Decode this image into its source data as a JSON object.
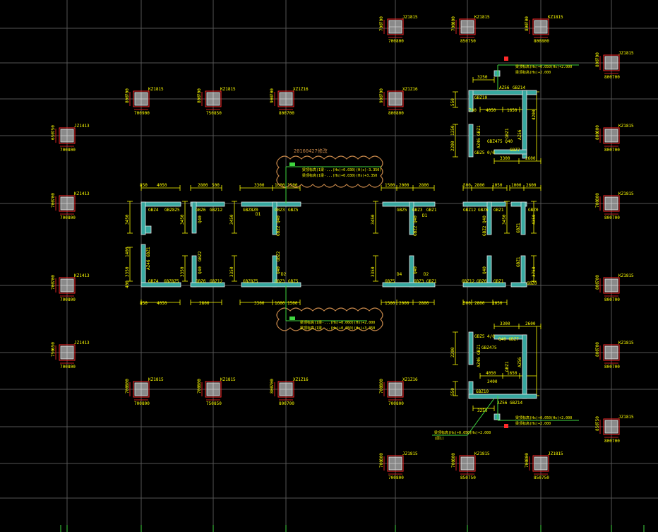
{
  "colors": {
    "background": "#000000",
    "grid": "#5a5a5a",
    "column_fill": "#8a8a8a",
    "column_edge": "#d8d8d8",
    "rebar": "#ff2a2a",
    "label": "#ffff00",
    "leader": "#00ff00",
    "wall_fill": "#37a8a0",
    "wall_edge": "#e6e6e6",
    "cloud": "#c8884a"
  },
  "cloud_tag": "20160427修改",
  "columns": [
    {
      "mark": "JZ1815",
      "dim1": "700",
      "dim2": "700",
      "dim3": "700",
      "dim4": "800"
    },
    {
      "mark": "KZ1815",
      "dim1": "700",
      "dim2": "800",
      "dim3": "850",
      "dim4": "750"
    },
    {
      "mark": "KZ1815",
      "dim1": "800",
      "dim2": "700",
      "dim3": "800",
      "dim4": "800"
    },
    {
      "mark": "JZ1815",
      "dim1": "800",
      "dim2": "700",
      "dim3": "800",
      "dim4": "700"
    },
    {
      "mark": "KZ1815",
      "dim1": "800",
      "dim2": "700",
      "dim3": "700",
      "dim4": "900"
    },
    {
      "mark": "KZ1815",
      "dim1": "800",
      "dim2": "700",
      "dim3": "750",
      "dim4": "850"
    },
    {
      "mark": "XZ1Z16",
      "dim1": "900",
      "dim2": "700",
      "dim3": "800",
      "dim4": "700"
    },
    {
      "mark": "XZ1Z16",
      "dim1": "900",
      "dim2": "700",
      "dim3": "800",
      "dim4": "800"
    },
    {
      "mark": "JZ1413",
      "dim1": "650",
      "dim2": "750",
      "dim3": "700",
      "dim4": "800"
    },
    {
      "mark": "KZ1815",
      "dim1": "800",
      "dim2": "800",
      "dim3": "800",
      "dim4": "700"
    },
    {
      "mark": "KZ1413",
      "dim1": "700",
      "dim2": "700",
      "dim3": "700",
      "dim4": "800"
    },
    {
      "mark": "KZ1815",
      "dim1": "700",
      "dim2": "800",
      "dim3": "800",
      "dim4": "700"
    },
    {
      "mark": "KZ1413",
      "dim1": "700",
      "dim2": "700",
      "dim3": "700",
      "dim4": "800"
    },
    {
      "mark": "KZ1815",
      "dim1": "800",
      "dim2": "700",
      "dim3": "800",
      "dim4": "700"
    },
    {
      "mark": "JZ1413",
      "dim1": "750",
      "dim2": "650",
      "dim3": "700",
      "dim4": "800"
    },
    {
      "mark": "KZ1815",
      "dim1": "800",
      "dim2": "700",
      "dim3": "800",
      "dim4": "700"
    },
    {
      "mark": "KZ1815",
      "dim1": "700",
      "dim2": "800",
      "dim3": "700",
      "dim4": "800"
    },
    {
      "mark": "KZ1815",
      "dim1": "700",
      "dim2": "800",
      "dim3": "750",
      "dim4": "850"
    },
    {
      "mark": "XZ1Z16",
      "dim1": "800",
      "dim2": "700",
      "dim3": "800",
      "dim4": "700"
    },
    {
      "mark": "XZ1Z16",
      "dim1": "700",
      "dim2": "800",
      "dim3": "700",
      "dim4": "800"
    },
    {
      "mark": "JZ1815",
      "dim1": "850",
      "dim2": "750",
      "dim3": "800",
      "dim4": "700"
    },
    {
      "mark": "JZ1815",
      "dim1": "700",
      "dim2": "800",
      "dim3": "700",
      "dim4": "800"
    },
    {
      "mark": "KZ1815",
      "dim1": "700",
      "dim2": "800",
      "dim3": "850",
      "dim4": "750"
    },
    {
      "mark": "JZ1815",
      "dim1": "700",
      "dim2": "800",
      "dim3": "850",
      "dim4": "750"
    }
  ],
  "wall_groups": {
    "g1": {
      "d1": "850",
      "d2": "4050",
      "d3": "3450",
      "d4": "1400",
      "d5": "3350",
      "d6": "400",
      "d7": "850",
      "d8": "4050",
      "l1": "GBZ4",
      "l2": "GBZ8Z5",
      "l3": "AZ46 GBZ1",
      "l4": "GBZ4",
      "l5": "GBZ8Z5"
    },
    "g2": {
      "d1": "2800",
      "d2": "500",
      "d3": "3450",
      "d4": "3350",
      "d5": "2800",
      "l1": "GBZ6",
      "l2": "GBZ12",
      "l3": "Q40",
      "l4": "GBZ2",
      "l5": "Q40",
      "l6": "GBZ6",
      "l7": "GBZ12"
    },
    "g3": {
      "d1": "3300",
      "d2": "1600",
      "d3": "1500",
      "d4": "3450",
      "d5": "3350",
      "d6": "3300",
      "d7": "1600",
      "d8": "1500",
      "l1": "GBZ8Z0",
      "l2": "GBZ3",
      "l3": "GBZ5",
      "l4": "Q40",
      "l5": "GBZ2",
      "l6": "Q40",
      "l7": "GBZ2",
      "l8": "GBZ8Z5",
      "l9": "GBZ3",
      "l10": "GBZ5",
      "l11": "D1",
      "l12": "D2"
    },
    "g4": {
      "d1": "1500",
      "d2": "2000",
      "d3": "2800",
      "d4": "3450",
      "d5": "3350",
      "d6": "1500",
      "d7": "2000",
      "d8": "2800",
      "l1": "GBZ5",
      "l2": "GBZ3",
      "l3": "GBZ1",
      "l4": "Q40",
      "l5": "GBZ2",
      "l6": "D1",
      "l7": "GBZ5",
      "l8": "GBZ3",
      "l9": "GBZ1",
      "l10": "Q40",
      "l11": "D2",
      "l12": "D4"
    },
    "g5": {
      "d1": "500",
      "d2": "2800",
      "d3": "1050",
      "d4": "3450",
      "d5": "500",
      "d6": "2800",
      "d7": "1050",
      "l1": "GBZ12",
      "l2": "GBZ6",
      "l3": "GBZ1",
      "l4": "Q40",
      "l5": "GBZ2",
      "l6": "Q40",
      "l7": "GBZ12",
      "l8": "GBZ6",
      "l9": "GBZ1"
    },
    "g6": {
      "d1": "1000",
      "d2": "2600",
      "d3": "4350",
      "d4": "3750",
      "l1": "GBZ0",
      "l2": "GBZ1",
      "l3": "GBZ1",
      "l4": "GBZ0"
    },
    "g7": {
      "d1": "3250",
      "d2": "4050",
      "d3": "1650",
      "d4": "4200",
      "d5": "3300",
      "d6": "2600",
      "d7": "550",
      "d8": "1350",
      "d9": "2200",
      "d10": "700",
      "l1": "AZ56",
      "l2": "GBZ14",
      "l3": "GBZ10",
      "l4": "AZ46 GBZ1",
      "l5": "GBZ475 Q40",
      "l6": "GBZ7",
      "l7": "GBZ5 0/0",
      "l8": "AZ56",
      "l9": "GBZ1"
    },
    "g8": {
      "d1": "3300",
      "d2": "2600",
      "d3": "2200",
      "d4": "4050",
      "d5": "1650",
      "d6": "3400",
      "d7": "3250",
      "d8": "550",
      "l1": "GBZ5 4/0",
      "l2": "Q40 GBZ7",
      "l3": "GBZ475",
      "l4": "AZ46 GBZ1",
      "l5": "GBZ10",
      "l6": "AZ56",
      "l7": "GBZ14",
      "l8": "AZ56",
      "l9": "GBZ1"
    }
  },
  "notes": {
    "top_a": "梁顶标高(1梁-...(Hs)+0.030)(H(s)-3.350)",
    "top_b": "梁顶标高(1梁-...(Hs)+0.030)(Hs)+3.350",
    "bot_a": "梁顶标高(1梁-...(Hs)+0.060)(Hs)+2.000",
    "bot_b": "梁顶标高(1梁-...(Hs)+0.050)(Hs)+3.350",
    "right_top": "梁顶标高(Hs)+0.050(Hs)+2.000",
    "right_top_sub": "梁顶标高(Hs)+2.000",
    "right_bot": "梁顶标高(Hs)+0.050(Hs)+2.000",
    "right_bot_sub": "梁顶标高(Hs)+2.000",
    "left_bot": "梁顶标高(Hs)+0.050(Hs)+2.000",
    "left_bot_sub": "(层1)"
  }
}
